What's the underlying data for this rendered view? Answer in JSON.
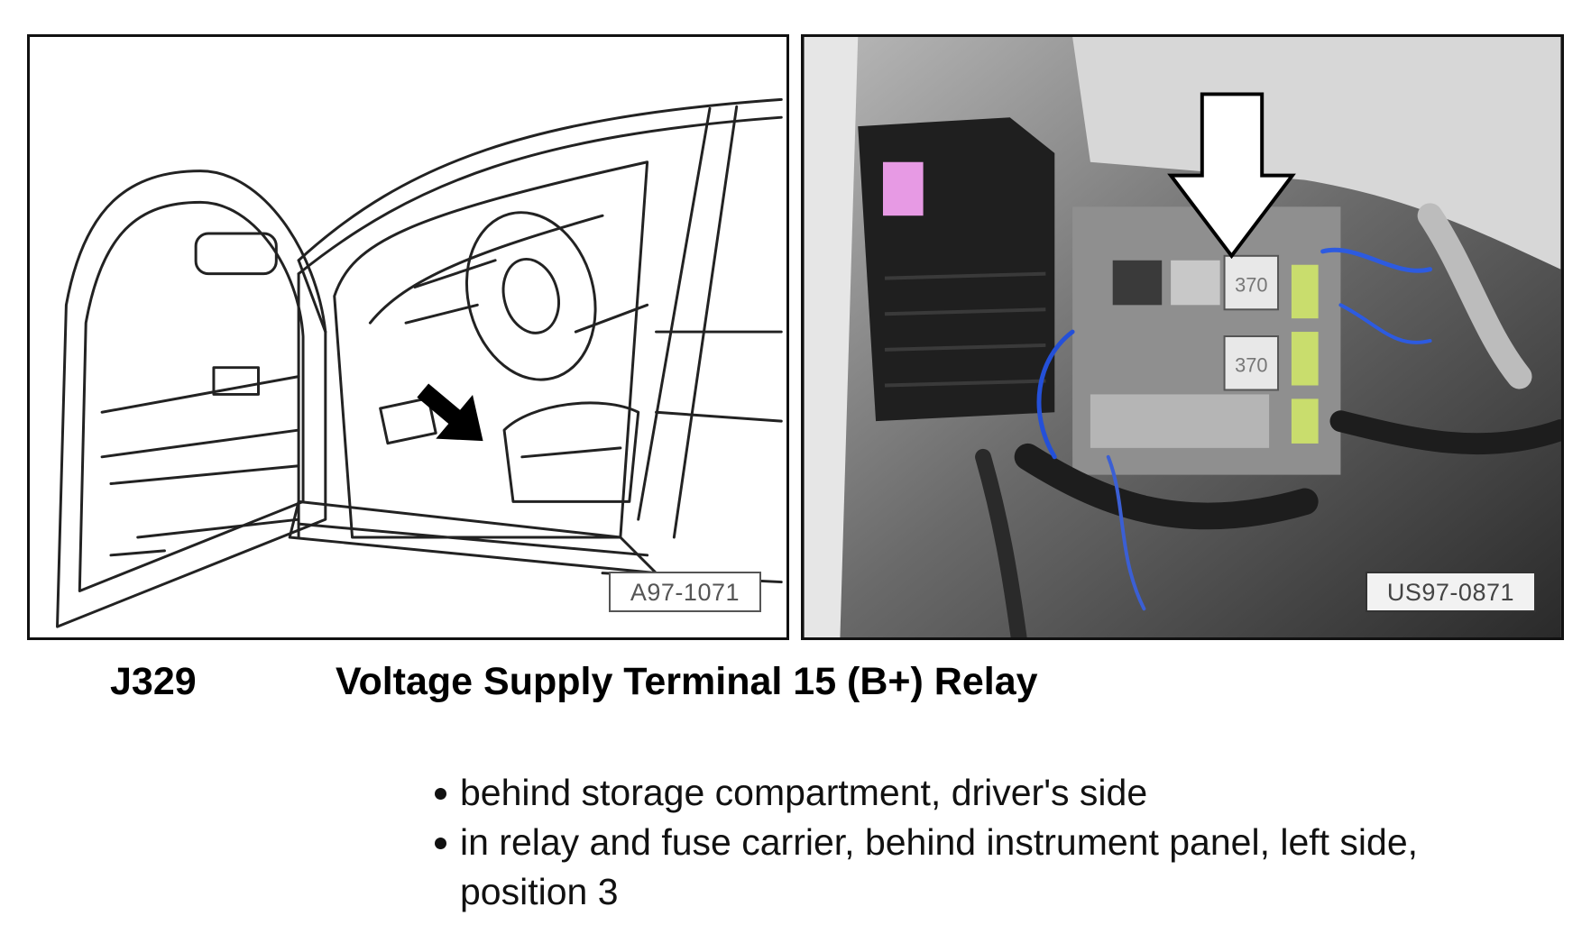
{
  "figures": {
    "left": {
      "id_label": "A97-1071",
      "icon": "door-interior-line-drawing"
    },
    "right": {
      "id_label": "US97-0871",
      "icon": "relay-fuse-carrier-photo",
      "relay_labels": [
        "370",
        "370"
      ]
    }
  },
  "caption": {
    "code": "J329",
    "title": "Voltage Supply Terminal 15 (B+) Relay"
  },
  "locations": [
    "behind storage compartment, driver's side",
    "in relay and fuse carrier, behind instrument panel, left side, position 3"
  ]
}
